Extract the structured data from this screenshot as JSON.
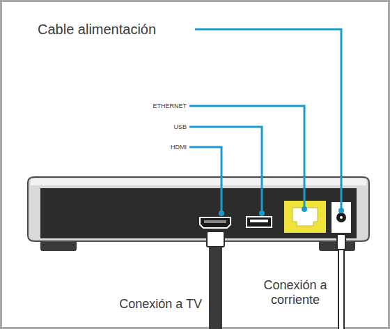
{
  "diagram": {
    "labels": [
      "Cable alimentación",
      "ETHERNET",
      "USB",
      "HDMI",
      "Conexión a TV",
      "Conexión a corriente"
    ]
  }
}
